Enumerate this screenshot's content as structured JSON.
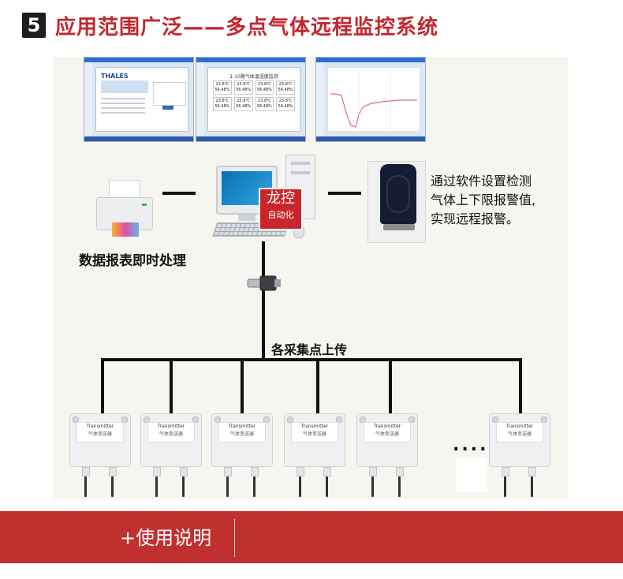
{
  "header": {
    "number": "5",
    "title": "应用范围广泛——多点气体远程监控系统"
  },
  "screenshots": {
    "login": {
      "logo": "THALES"
    },
    "readings": {
      "title": "1-10路气体温湿度监测",
      "cells": [
        {
          "temp": "23.8℃",
          "hum": "56.48%"
        },
        {
          "temp": "23.8℃",
          "hum": "56.48%"
        },
        {
          "temp": "23.8℃",
          "hum": "56.48%"
        },
        {
          "temp": "23.8℃",
          "hum": "56.48%"
        },
        {
          "temp": "23.8℃",
          "hum": "56.48%"
        },
        {
          "temp": "23.8℃",
          "hum": "56.48%"
        },
        {
          "temp": "23.8℃",
          "hum": "56.48%"
        },
        {
          "temp": "23.8℃",
          "hum": "56.48%"
        }
      ]
    }
  },
  "computer": {
    "brand_line1": "龙控",
    "brand_line2": "自动化"
  },
  "labels": {
    "printer": "数据报表即时处理",
    "upload": "各采集点上传",
    "alarm": [
      "通过软件设置检测",
      "气体上下限报警值,",
      "实现远程报警。"
    ]
  },
  "transmitters": [
    {
      "title": "Transmitter",
      "subtitle": "气体变送器"
    },
    {
      "title": "Transmitter",
      "subtitle": "气体变送器"
    },
    {
      "title": "Transmitter",
      "subtitle": "气体变送器"
    },
    {
      "title": "Transmitter",
      "subtitle": "气体变送器"
    },
    {
      "title": "Transmitter",
      "subtitle": "气体变送器"
    },
    {
      "title": "Transmitter",
      "subtitle": "气体变送器"
    }
  ],
  "ellipsis": "....",
  "footer": {
    "label": "+使用说明"
  },
  "colors": {
    "accent": "#c2272d",
    "footer": "#c0302f",
    "panel": "#f7f5ef"
  }
}
